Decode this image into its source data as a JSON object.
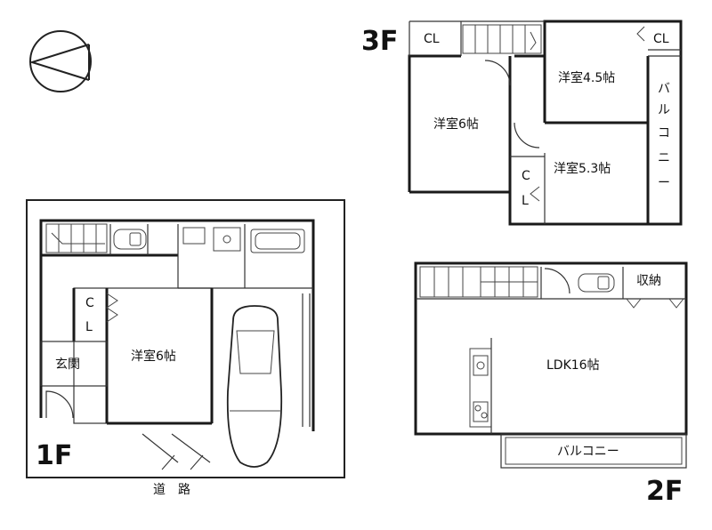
{
  "floors": {
    "first": {
      "label": "1F",
      "rooms": {
        "bedroom": "洋室6帖",
        "entrance": "玄関",
        "closet_c": "C",
        "closet_l": "L"
      }
    },
    "second": {
      "label": "2F",
      "rooms": {
        "ldk": "LDK16帖",
        "storage": "収納",
        "balcony": "バルコニー"
      }
    },
    "third": {
      "label": "3F",
      "rooms": {
        "bedroom_a": "洋室6帖",
        "bedroom_b": "洋室4.5帖",
        "bedroom_c": "洋室5.3帖",
        "closet_left": "CL",
        "closet_right": "CL",
        "closet_mid_c": "C",
        "closet_mid_l": "L",
        "balcony_chars": [
          "バ",
          "ル",
          "コ",
          "ニ",
          "ー"
        ]
      }
    }
  },
  "road_label": "道　路"
}
